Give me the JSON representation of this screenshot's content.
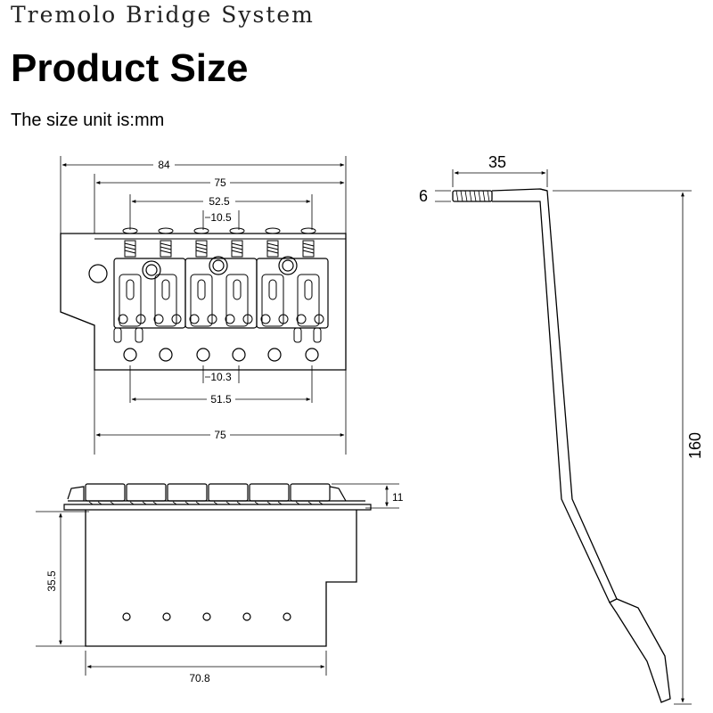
{
  "header": {
    "title": "Tremolo Bridge System",
    "heading": "Product Size",
    "unit_note": "The size unit is:mm"
  },
  "top_view": {
    "overall_width": "84",
    "saddle_span": "75",
    "post_spacing": "52.5",
    "screw_pitch": "10.5",
    "hole_pitch": "10.3",
    "hole_span": "51.5",
    "base_width": "75"
  },
  "side_view": {
    "saddle_height": "11",
    "block_height": "35.5",
    "block_width": "70.8"
  },
  "arm_view": {
    "arm_offset": "35",
    "thread_diameter": "6",
    "arm_length": "160"
  }
}
